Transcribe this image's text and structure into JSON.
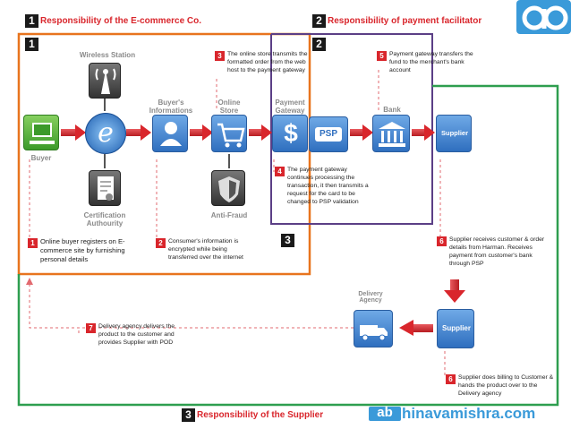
{
  "headers": {
    "h1": {
      "num": "1",
      "text": "Responsibility of the E-commerce Co."
    },
    "h2": {
      "num": "2",
      "text": "Responsibility of payment facilitator"
    },
    "h3": {
      "num": "3",
      "text": "Responsibility of the Supplier"
    }
  },
  "region_badges": {
    "r1": "1",
    "r2": "2",
    "r3": "3"
  },
  "nodes": {
    "wireless": "Wireless Station",
    "buyer": "Buyer",
    "buyers_info": "Buyer's Informations",
    "online_store": "Online Store",
    "payment_gateway": "Payment Gateway",
    "psp": "PSP",
    "bank": "Bank",
    "supplier_top": "Supplier",
    "certification": "Certification Authourity",
    "anti_fraud": "Anti-Fraud",
    "delivery_agency": "Delivery Agency",
    "supplier_bottom": "Supplier"
  },
  "steps": [
    {
      "num": "1",
      "text": "Online buyer registers on E-commerce site by furnishing personal details"
    },
    {
      "num": "2",
      "text": "Consumer's information is encrypted while being transferred over the internet"
    },
    {
      "num": "3",
      "text": "The online store transmits the formatted order from the web host to the payment gateway"
    },
    {
      "num": "4",
      "text": "The payment gateway continues processing the transaction, it then transmits a request for the card to be changed to  PSP validation"
    },
    {
      "num": "5",
      "text": "Payment gateway transfers the fund to the merchant's bank account"
    },
    {
      "num": "6",
      "text": "Supplier receives customer & order details from Harman. Receives payment from customer's bank through PSP"
    },
    {
      "num": "6",
      "text": "Supplier  does billing to Customer & hands the product over to the Delivery agency"
    },
    {
      "num": "7",
      "text": "Delivery agency delivers the product to the customer and provides Supplier with POD"
    }
  ],
  "watermark": {
    "logo_text": "ab",
    "site": "hinavamishra.com"
  },
  "colors": {
    "accent_red": "#d9262c",
    "region1": "#e8741e",
    "region2": "#5b3f86",
    "region3": "#2e9e4f",
    "icon_blue": "#2f6fbf"
  }
}
